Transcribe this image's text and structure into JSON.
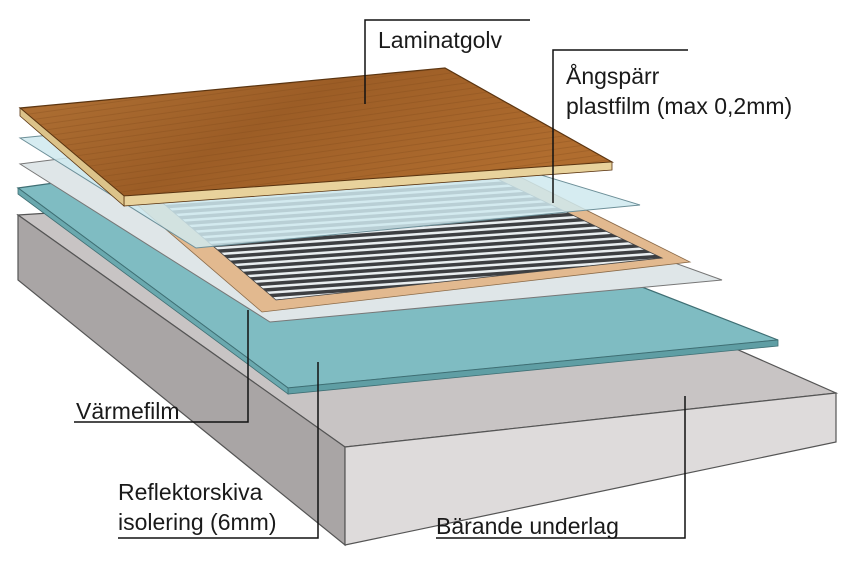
{
  "labels": {
    "laminatgolv": "Laminatgolv",
    "angsparr_line1": "Ångspärr",
    "angsparr_line2": "plastfilm (max 0,2mm)",
    "varmefilm": "Värmefilm",
    "reflektor_line1": "Reflektorskiva",
    "reflektor_line2": "isolering (6mm)",
    "barande_underlag": "Bärande underlag"
  },
  "colors": {
    "laminate_top": "#a0612a",
    "laminate_edge": "#e6cf98",
    "vapor_film": "#cfe9ef",
    "heating_film_base": "#d8e4e6",
    "heating_stripe": "#3a3a3a",
    "heating_frame": "#e2b98f",
    "reflector": "#7fbcc2",
    "concrete_top": "#c8c4c4",
    "concrete_side": "#dcd9d9",
    "leader_line": "#111111"
  }
}
